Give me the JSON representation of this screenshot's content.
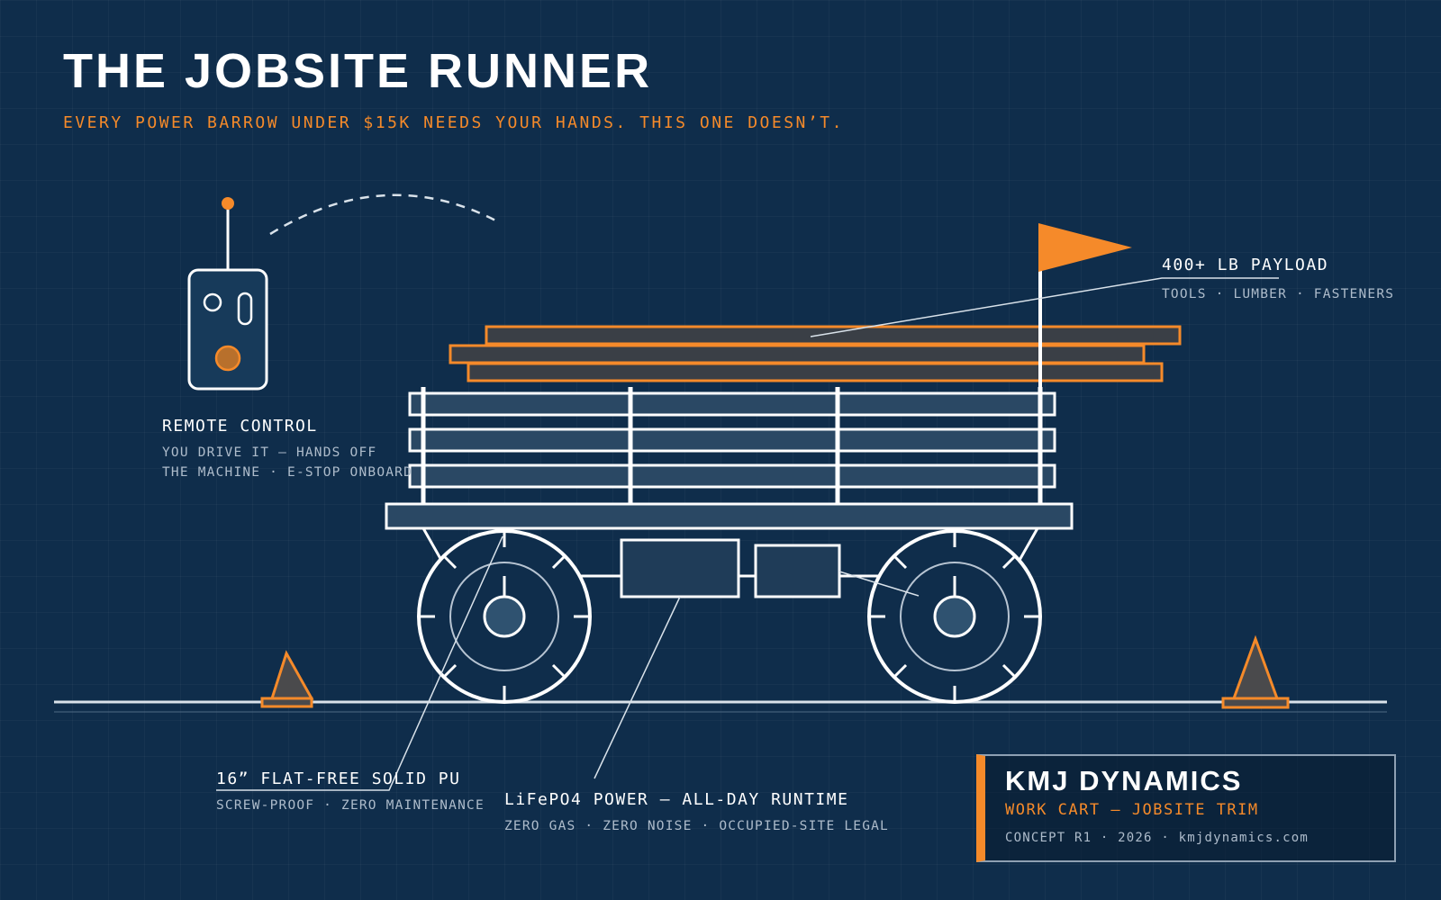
{
  "header": {
    "title": "THE JOBSITE RUNNER",
    "subtitle": "EVERY POWER BARROW UNDER $15K NEEDS YOUR HANDS. THIS ONE DOESN’T."
  },
  "callouts": {
    "remote": {
      "title": "REMOTE CONTROL",
      "line1": "YOU DRIVE IT — HANDS OFF",
      "line2": "THE MACHINE · E-STOP ONBOARD"
    },
    "payload": {
      "title": "400+ LB PAYLOAD",
      "sub": "TOOLS · LUMBER · FASTENERS"
    },
    "tires": {
      "title": "16” FLAT-FREE SOLID PU",
      "sub": "SCREW-PROOF · ZERO MAINTENANCE"
    },
    "power": {
      "title": "LiFePO4 POWER — ALL-DAY RUNTIME",
      "sub": "ZERO GAS · ZERO NOISE · OCCUPIED-SITE LEGAL"
    }
  },
  "brand": {
    "name": "KMJ DYNAMICS",
    "tagline": "WORK CART — JOBSITE TRIM",
    "meta": "CONCEPT R1 · 2026 · kmjdynamics.com"
  },
  "colors": {
    "background": "#0f2d4b",
    "accent": "#f58a2a",
    "line": "#ffffff",
    "muted_text": "#aebccb"
  },
  "icons": [
    "remote-control-icon",
    "flag-icon",
    "traffic-cone-icon",
    "wheel-icon",
    "lumber-icon"
  ]
}
